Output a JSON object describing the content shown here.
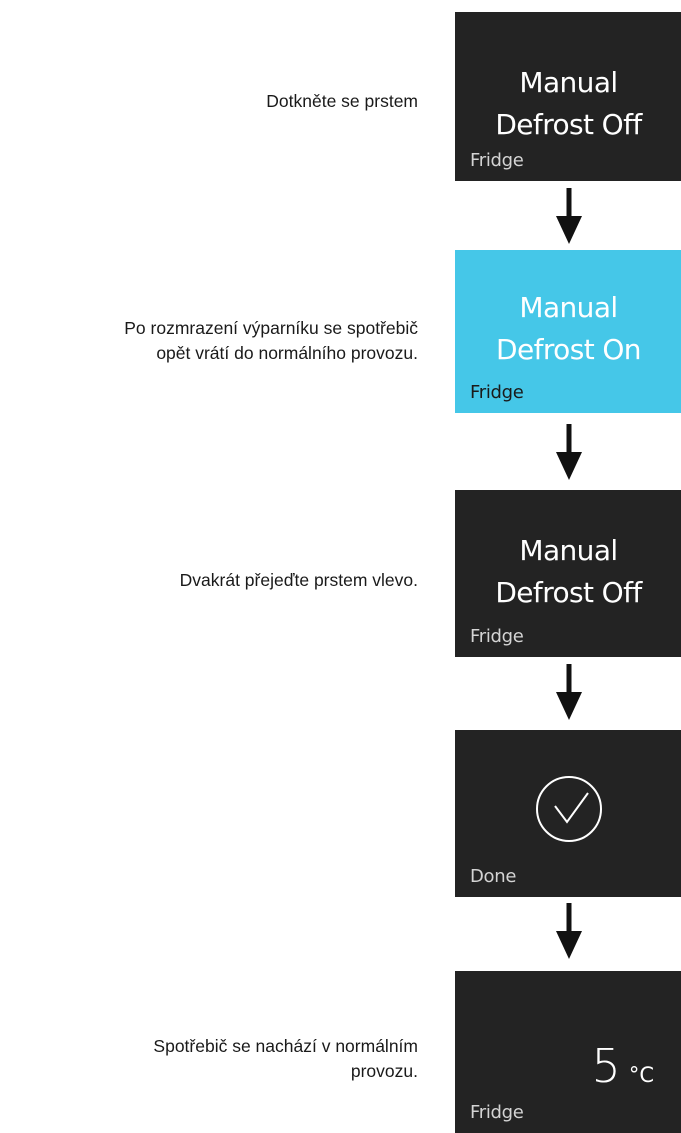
{
  "steps": [
    {
      "instruction": [
        "Dotkněte se prstem"
      ],
      "screen": {
        "line1": "Manual",
        "line2": "Defrost Off",
        "sub": "Fridge"
      }
    },
    {
      "instruction": [
        "Po rozmrazení výparníku se spotřebič",
        "opět vrátí do normálního provozu."
      ],
      "screen": {
        "line1": "Manual",
        "line2": "Defrost On",
        "sub": "Fridge"
      }
    },
    {
      "instruction": [
        "Dvakrát přejeďte prstem vlevo."
      ],
      "screen": {
        "line1": "Manual",
        "line2": "Defrost Off",
        "sub": "Fridge"
      }
    },
    {
      "instruction": [],
      "screen": {
        "icon": "check-circle-icon",
        "sub": "Done"
      }
    },
    {
      "instruction": [
        "Spotřebič se nachází v normálním",
        "provozu."
      ],
      "screen": {
        "temperature": "5",
        "unit": "°C",
        "sub": "Fridge"
      }
    }
  ],
  "colors": {
    "screen_dark": "#232323",
    "screen_active": "#45c7e8",
    "arrow": "#111111"
  },
  "arrow_icon": "arrow-down-icon"
}
